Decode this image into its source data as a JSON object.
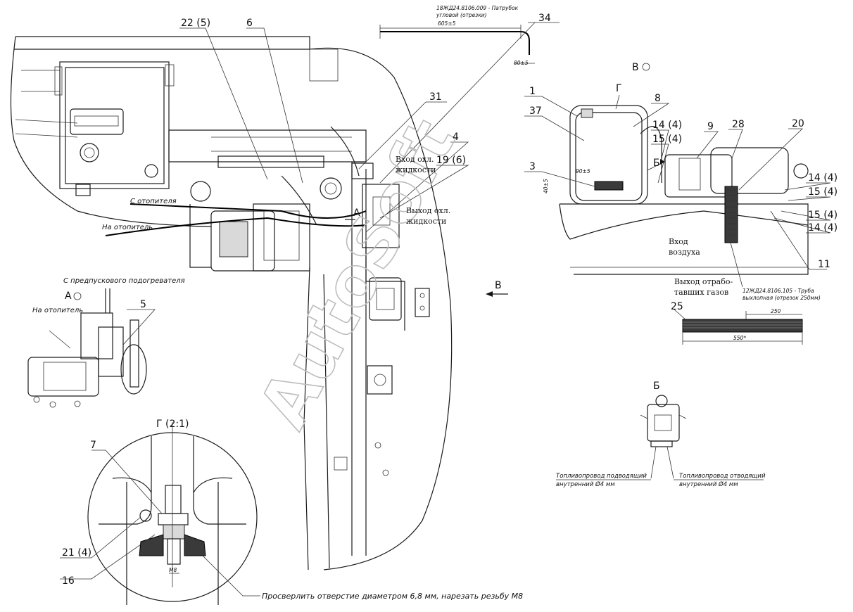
{
  "views": {
    "view_a": "А",
    "view_b": "Б",
    "view_v": "В",
    "detail_g": "Г (2:1)",
    "g_mark": "Г",
    "arrow_a": "А",
    "arrow_b": "Б",
    "arrow_v": "В"
  },
  "callouts": {
    "c1": "1",
    "c3": "3",
    "c4": "4",
    "c5": "5",
    "c6": "6",
    "c7": "7",
    "c8": "8",
    "c9": "9",
    "c11": "11",
    "c16": "16",
    "c20": "20",
    "c21": "21 (4)",
    "c22": "22 (5)",
    "c25": "25",
    "c28": "28",
    "c31": "31",
    "c34": "34",
    "c37": "37",
    "c19": "19 (6)",
    "c14a": "14 (4)",
    "c15a": "15 (4)",
    "c14b": "14 (4)",
    "c15b": "15 (4)",
    "c15c": "15 (4)",
    "c14c": "14 (4)"
  },
  "labels": {
    "coolant_in_1": "Вход охл.",
    "coolant_in_2": "жидкости",
    "coolant_out_1": "Выход охл.",
    "coolant_out_2": "жидкости",
    "from_heater": "С отопителя",
    "to_heater": "На отопитель",
    "from_preheater": "С предпускового подогревателя",
    "to_heater_a": "На отопитель",
    "air_in_1": "Вход",
    "air_in_2": "воздуха",
    "exhaust_1": "Выход отрабо-",
    "exhaust_2": "тавших газов",
    "fuel_in_1": "Топливопровод подводящий",
    "fuel_in_2": "внутренний Ø4 мм",
    "fuel_out_1": "Топливопровод отводящий",
    "fuel_out_2": "внутренний Ø4 мм",
    "drill_note": "Просверлить отверстие диаметром 6,8 мм, нарезать резьбу М8"
  },
  "parts": {
    "pipe_code": "18ЖД24.8106.009 - Патрубок",
    "pipe_desc": "угловой (отрезки)",
    "exhaust_code": "12ЖД24.8106.105 - Труба",
    "exhaust_desc": "выхлопная (отрезок 250мм)"
  },
  "dimensions": {
    "d605": "605±5",
    "d80": "80±5",
    "d90": "90±5",
    "d40": "40±5",
    "d250": "250",
    "d550": "550*",
    "m8": "М8"
  },
  "watermark": "AutoSoft"
}
